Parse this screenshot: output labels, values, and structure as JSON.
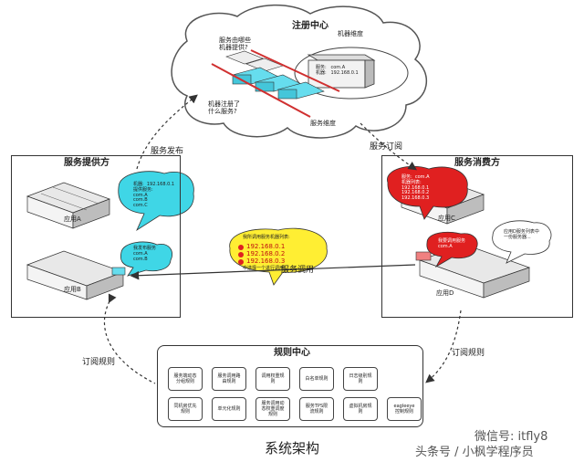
{
  "registry": {
    "title": "注册中心",
    "machine_dimension": "机器维度",
    "service_dimension": "服务维度",
    "q_who_provides": "服务由哪些\n机器提供?",
    "q_what_registered": "机器注册了\n什么服务?",
    "machine_card": "服务:   com.A\n机器:   192.168.0.1"
  },
  "arrows": {
    "service_publish": "服务发布",
    "service_subscribe": "服务订阅",
    "service_call": "服务调用",
    "subscribe_rules_left": "订阅规则",
    "subscribe_rules_right": "订阅规则"
  },
  "provider": {
    "title": "服务提供方",
    "app_a": "应用A",
    "app_b": "应用B",
    "bubble_a": "机器:  192.168.0.1\n提供服务:\ncom.A\ncom.B\ncom.C",
    "bubble_b": "我发布服务\ncom.A\ncom.B"
  },
  "consumer": {
    "title": "服务消费方",
    "app_c": "应用C",
    "app_d": "应用D",
    "bubble_c": "服务:  com.A\n机器列表:\n192.168.0.1\n192.168.0.2\n192.168.0.3",
    "bubble_d": "我要调用服务\ncom.A",
    "bubble_d_note": "应用D服务列表中\n一份服务器..."
  },
  "call_bubble": {
    "title": "我所调用服务机器列表:",
    "ips": [
      "192.168.0.1",
      "192.168.0.2",
      "192.168.0.3"
    ],
    "note": "中选择一个进行调用"
  },
  "rules_center": {
    "title": "规则中心",
    "rules": [
      "服务端动态\n分组规则",
      "服务调用路\n由规则",
      "调用权重规\n则",
      "白名单规则",
      "日志级别规\n则",
      "同机房优先\n规则",
      "单元化规则",
      "服务调用动\n态权重调度\n规则",
      "服务TPS限\n流规则",
      "虚拟机房规\n则",
      "eagleeye\n控制规则"
    ]
  },
  "footer": {
    "title": "系统架构",
    "watermark_1": "微信号: itfly8",
    "watermark_2": "头条号 / 小枫学程序员"
  },
  "colors": {
    "cyan_bubble": "#3fd6e6",
    "red_bubble": "#e02020",
    "yellow_bubble": "#ffee33",
    "cyan_block": "#66ddee"
  }
}
